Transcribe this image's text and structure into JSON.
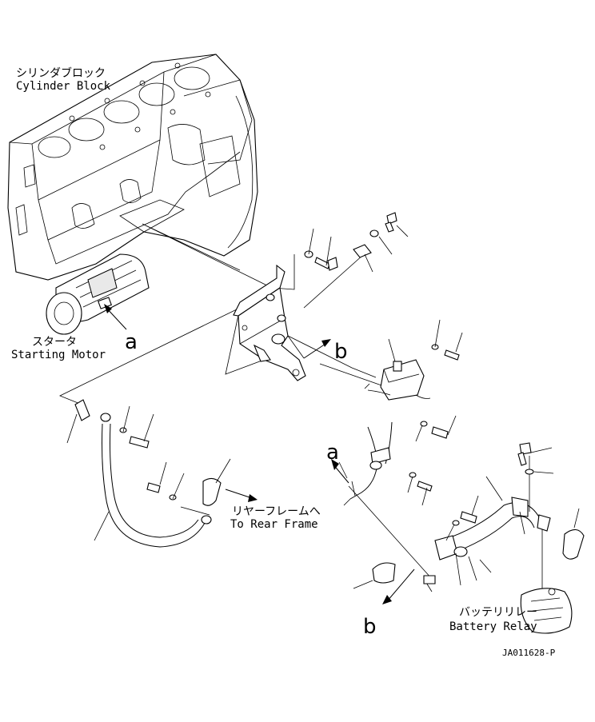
{
  "labels": {
    "cylinder_block_jp": "シリンダブロック",
    "cylinder_block_en": "Cylinder Block",
    "starter_jp": "スタータ",
    "starter_en": "Starting Motor",
    "rear_frame_jp": "リヤーフレームへ",
    "rear_frame_en": "To Rear Frame",
    "battery_relay_jp": "バッテリリレー",
    "battery_relay_en": "Battery Relay",
    "ref_a": "a",
    "ref_b": "b",
    "drawing_code": "JA011628-P"
  }
}
